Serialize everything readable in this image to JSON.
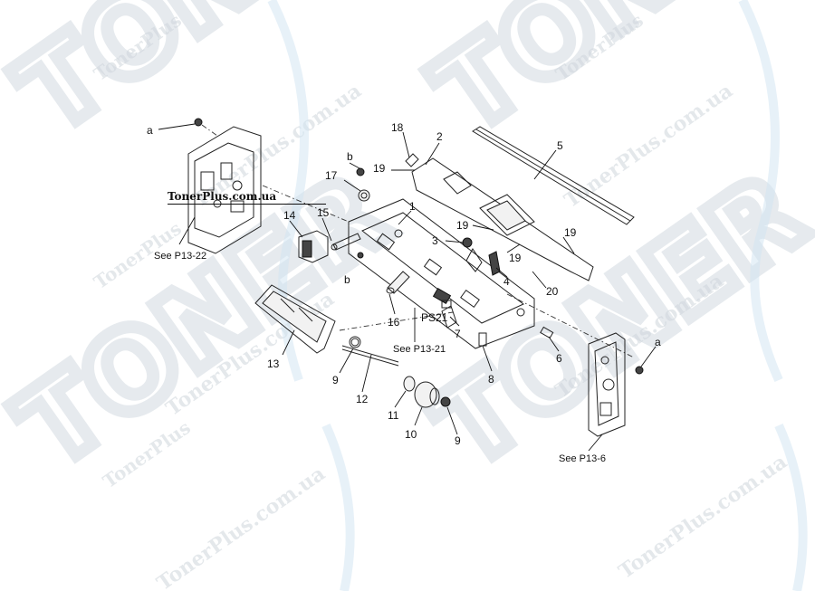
{
  "diagram": {
    "watermark_brand": "TonerPlus",
    "watermark_big": "TONER",
    "watermark_url": "TonerPlus.com.ua",
    "banner": "TonerPlus.com.ua",
    "callouts": {
      "a_left": "a",
      "a_right": "a",
      "b_top": "b",
      "b_bottom": "b",
      "n1": "1",
      "n2": "2",
      "n3": "3",
      "n4": "4",
      "n5": "5",
      "n6": "6",
      "n7": "7",
      "n8": "8",
      "n9_left": "9",
      "n9_right": "9",
      "n10": "10",
      "n11": "11",
      "n12": "12",
      "n13": "13",
      "n14": "14",
      "n15": "15",
      "n16": "16",
      "n17": "17",
      "n18": "18",
      "n19_a": "19",
      "n19_b": "19",
      "n19_c": "19",
      "n19_d": "19",
      "n20": "20",
      "ps21": "PS21"
    },
    "references": {
      "ref_left": "See P13-22",
      "ref_center": "See P13-21",
      "ref_right": "See P13-6"
    }
  }
}
